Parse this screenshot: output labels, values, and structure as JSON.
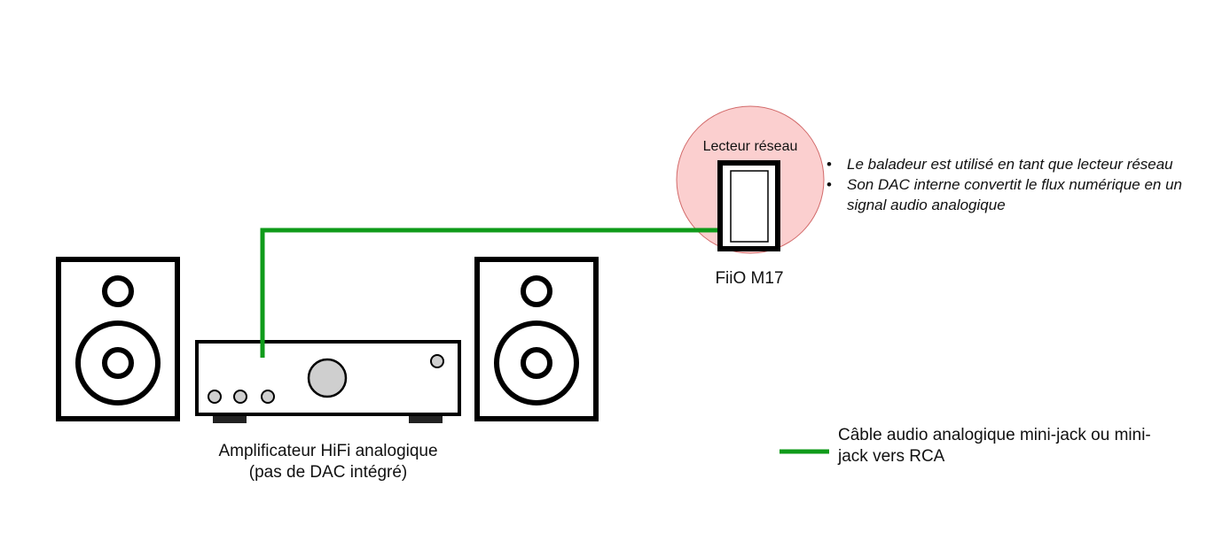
{
  "devices": {
    "network_player": {
      "role_label": "Lecteur réseau",
      "name": "FiiO M17"
    },
    "amplifier": {
      "label_line1": "Amplificateur HiFi analogique",
      "label_line2": "(pas de DAC intégré)"
    }
  },
  "notes": [
    "Le baladeur est utilisé en tant que lecteur réseau",
    "Son DAC interne convertit le flux numérique en un signal audio analogique"
  ],
  "legend": {
    "text": "Câble audio analogique mini-jack ou mini-jack vers RCA"
  },
  "colors": {
    "cable": "#0f9b1a",
    "highlight_fill": "#fbcfcf",
    "highlight_stroke": "#d26a6a",
    "outline": "#000000",
    "knob": "#cfcfcf"
  }
}
